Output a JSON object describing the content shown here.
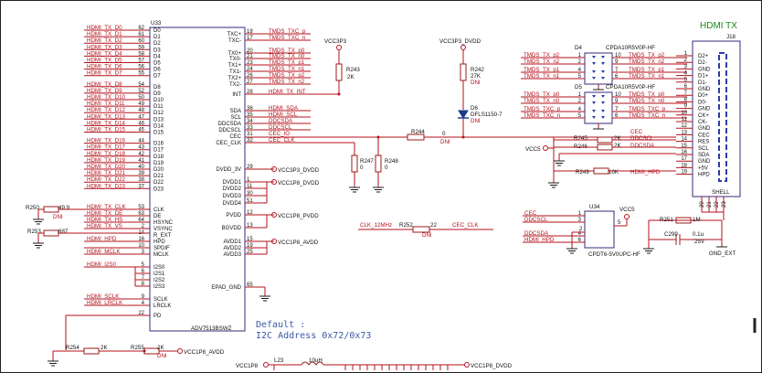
{
  "u33": {
    "ref": "U33",
    "part": "ADV7513BSWZ",
    "left_pins": [
      {
        "net": "HDMI_TX_D0",
        "num": "62",
        "pin": "D0"
      },
      {
        "net": "HDMI_TX_D1",
        "num": "61",
        "pin": "D1"
      },
      {
        "net": "HDMI_TX_D2",
        "num": "60",
        "pin": "D2"
      },
      {
        "net": "HDMI_TX_D3",
        "num": "59",
        "pin": "D3"
      },
      {
        "net": "HDMI_TX_D4",
        "num": "58",
        "pin": "D4"
      },
      {
        "net": "HDMI_TX_D5",
        "num": "57",
        "pin": "D5"
      },
      {
        "net": "HDMI_TX_D6",
        "num": "56",
        "pin": "D6"
      },
      {
        "net": "HDMI_TX_D7",
        "num": "55",
        "pin": "D7"
      },
      {
        "net": "HDMI_TX_D8",
        "num": "54",
        "pin": "D8"
      },
      {
        "net": "HDMI_TX_D9",
        "num": "52",
        "pin": "D9"
      },
      {
        "net": "HDMI_TX_D10",
        "num": "50",
        "pin": "D10"
      },
      {
        "net": "HDMI_TX_D11",
        "num": "49",
        "pin": "D11"
      },
      {
        "net": "HDMI_TX_D12",
        "num": "48",
        "pin": "D12"
      },
      {
        "net": "HDMI_TX_D13",
        "num": "47",
        "pin": "D13"
      },
      {
        "net": "HDMI_TX_D14",
        "num": "46",
        "pin": "D14"
      },
      {
        "net": "HDMI_TX_D15",
        "num": "45",
        "pin": "D15"
      },
      {
        "net": "HDMI_TX_D16",
        "num": "44",
        "pin": "D16"
      },
      {
        "net": "HDMI_TX_D17",
        "num": "43",
        "pin": "D17"
      },
      {
        "net": "HDMI_TX_D18",
        "num": "42",
        "pin": "D18"
      },
      {
        "net": "HDMI_TX_D19",
        "num": "41",
        "pin": "D19"
      },
      {
        "net": "HDMI_TX_D20",
        "num": "40",
        "pin": "D20"
      },
      {
        "net": "HDMI_TX_D21",
        "num": "39",
        "pin": "D21"
      },
      {
        "net": "HDMI_TX_D22",
        "num": "38",
        "pin": "D22"
      },
      {
        "net": "HDMI_TX_D23",
        "num": "37",
        "pin": "D23"
      }
    ],
    "left_ctrl_pins": [
      {
        "net": "HDMI_TX_CLK",
        "num": "53",
        "pin": "CLK"
      },
      {
        "net": "HDMI_TX_DE",
        "num": "63",
        "pin": "DE"
      },
      {
        "net": "HDMI_TX_HS",
        "num": "64",
        "pin": "HSYNC"
      },
      {
        "net": "HDMI_TX_VS",
        "num": "2",
        "pin": "VSYNC"
      },
      {
        "net": "",
        "num": "14",
        "pin": "R_EXT"
      },
      {
        "net": "HDMI_HPD",
        "num": "16",
        "pin": "HPD"
      },
      {
        "net": "",
        "num": "10",
        "pin": "SPDIF"
      },
      {
        "net": "HDMI_MCLK",
        "num": "3",
        "pin": "MCLK"
      }
    ],
    "i2s_pins": [
      {
        "num": "5",
        "pin": "I2S0"
      },
      {
        "num": "6",
        "pin": "I2S1"
      },
      {
        "num": "7",
        "pin": "I2S2"
      },
      {
        "num": "8",
        "pin": "I2S3"
      }
    ],
    "i2s_net": "HDMI_I2S0",
    "bottom_left_pins": [
      {
        "net": "HDMI_SCLK",
        "num": "9",
        "pin": "SCLK"
      },
      {
        "net": "HDMI_LRCLK",
        "num": "4",
        "pin": "LRCLK"
      },
      {
        "net": "",
        "num": "22",
        "pin": "PD"
      }
    ],
    "right_pins": [
      {
        "net": "TMDS_TXC_p",
        "num": "18",
        "pin": "TXC+"
      },
      {
        "net": "TMDS_TXC_n",
        "num": "17",
        "pin": "TXC-"
      },
      {
        "net": "TMDS_TX_p0",
        "num": "20",
        "pin": "TX0+"
      },
      {
        "net": "TMDS_TX_n0",
        "num": "21",
        "pin": "TX0-"
      },
      {
        "net": "TMDS_TX_p1",
        "num": "23",
        "pin": "TX1+"
      },
      {
        "net": "TMDS_TX_n1",
        "num": "24",
        "pin": "TX1-"
      },
      {
        "net": "TMDS_TX_p2",
        "num": "26",
        "pin": "TX2+"
      },
      {
        "net": "TMDS_TX_n2",
        "num": "27",
        "pin": "TX2-"
      }
    ],
    "int_pin": {
      "net": "HDMI_TX_INT",
      "num": "28",
      "pin": "INT"
    },
    "bus_pins": [
      {
        "net": "HDMI_SDA",
        "num": "36",
        "pin": "SDA"
      },
      {
        "net": "HDMI_SCL",
        "num": "35",
        "pin": "SCL"
      },
      {
        "net": "DDCSDA",
        "num": "34",
        "pin": "DDCSDA"
      },
      {
        "net": "DDCSCL",
        "num": "33",
        "pin": "DDCSCL"
      },
      {
        "net": "CEC_IO",
        "num": "31",
        "pin": "CEC"
      },
      {
        "net": "CEC_CLK",
        "num": "32",
        "pin": "CEC_CLK"
      }
    ],
    "power_pins": [
      {
        "num": "29",
        "pin": "DVDD_3V"
      },
      {
        "num": "1",
        "pin": "DVDD1"
      },
      {
        "num": "11",
        "pin": "DVDD2"
      },
      {
        "num": "30",
        "pin": "DVDD3"
      },
      {
        "num": "51",
        "pin": "DVDD4"
      },
      {
        "num": "12",
        "pin": "PVDD"
      },
      {
        "num": "13",
        "pin": "BGVDD"
      },
      {
        "num": "15",
        "pin": "AVDD1"
      },
      {
        "num": "19",
        "pin": "AVDD2"
      },
      {
        "num": "25",
        "pin": "AVDD3"
      },
      {
        "num": "65",
        "pin": "EPAD_GND"
      }
    ]
  },
  "power_nets": {
    "vcc3p3_dvdd": "VCC3P3_DVDD",
    "vcc1p8_dvdd": "VCC1P8_DVDD",
    "vcc1p8_pvdd": "VCC1P8_PVDD",
    "vcc1p8_avdd": "VCC1P8_AVDD",
    "vcc3p3": "VCC3P3",
    "vcc3p3_dvdd_top": "VCC3P3_DVDD",
    "vcc5": "VCC5",
    "vcc5_b": "VCC5",
    "vcc1p8": "VCC1P8",
    "vcc1p8_avdd_b": "VCC1P8_AVDD",
    "gnd_ext": "GND_EXT"
  },
  "resistors": {
    "r243": {
      "ref": "R243",
      "val": "2K"
    },
    "r242": {
      "ref": "R242",
      "val": "27K",
      "note": "DNI"
    },
    "r244": {
      "ref": "R244",
      "val": "0",
      "note": "DNI"
    },
    "r247": {
      "ref": "R247",
      "val": "0"
    },
    "r248": {
      "ref": "R248",
      "val": "0"
    },
    "r250": {
      "ref": "R250",
      "val": "49.9",
      "note": "DNI"
    },
    "r253": {
      "ref": "R253",
      "val": "887"
    },
    "r252": {
      "ref": "R252",
      "val": "22",
      "note": "DNI"
    },
    "r254": {
      "ref": "R254",
      "val": "2K"
    },
    "r255": {
      "ref": "R255",
      "val": "2K",
      "note": "DNI"
    },
    "r245": {
      "ref": "R245",
      "val": "2K"
    },
    "r246": {
      "ref": "R246",
      "val": "2K"
    },
    "r249": {
      "ref": "R249",
      "val": "10K"
    },
    "r251": {
      "ref": "R251",
      "val": "1M"
    }
  },
  "misc": {
    "d6_ref": "D6",
    "d6_part": "DFLS1150-7",
    "d6_note": "DNI",
    "l23_ref": "L23",
    "l23_val": "10uH",
    "c299_ref": "C299",
    "c299_val": "0.1u",
    "c299_volt": "25V",
    "clk_net": "CLK_12MHz",
    "cec_clk_net": "CEC_CLK",
    "hdmi_hpd_net": "HDMI_HPD",
    "cec_net": "CEC",
    "ddcscl_net": "DDCSCL",
    "ddcsda_net": "DDCSDA"
  },
  "d4": {
    "ref": "D4",
    "part": "CPDA10R5V0P-HF",
    "rows": [
      {
        "left": "TMDS_TX_p2",
        "ln": "1",
        "rn": "10",
        "right": "TMDS_TX_p2"
      },
      {
        "left": "TMDS_TX_n2",
        "ln": "2",
        "rn": "9",
        "right": "TMDS_TX_n2"
      },
      {
        "left": "TMDS_TX_p1",
        "ln": "4",
        "rn": "7",
        "right": "TMDS_TX_p1"
      },
      {
        "left": "TMDS_TX_n1",
        "ln": "5",
        "rn": "6",
        "right": "TMDS_TX_n1"
      }
    ]
  },
  "d5": {
    "ref": "D5",
    "part": "CPDA10R5V0P-HF",
    "rows": [
      {
        "left": "TMDS_TX_p0",
        "ln": "1",
        "rn": "10",
        "right": "TMDS_TX_p0"
      },
      {
        "left": "TMDS_TX_n0",
        "ln": "2",
        "rn": "9",
        "right": "TMDS_TX_n0"
      },
      {
        "left": "TMDS_TXC_p",
        "ln": "4",
        "rn": "7",
        "right": "TMDS_TXC_p"
      },
      {
        "left": "TMDS_TXC_n",
        "ln": "5",
        "rn": "6",
        "right": "TMDS_TXC_n"
      }
    ]
  },
  "u34": {
    "ref": "U34",
    "part": "CPDT6-5V0UPC-HF",
    "pins_left": [
      {
        "net": "CEC",
        "num": "1"
      },
      {
        "net": "DDCSCL",
        "num": "3"
      },
      {
        "net": "DDCSDA",
        "num": "4"
      },
      {
        "net": "HDMI_HPD",
        "num": "6"
      }
    ],
    "pin_right": "5",
    "pin_gnd": "2"
  },
  "j18": {
    "title": "HDMI TX",
    "ref": "J18",
    "pin_nums": [
      "1",
      "2",
      "3",
      "4",
      "5",
      "6",
      "7",
      "8",
      "9",
      "10",
      "11",
      "12",
      "13",
      "14",
      "15",
      "16",
      "17",
      "18",
      "19"
    ],
    "pin_names": [
      "D2+",
      "D2-",
      "GND",
      "D1+",
      "D1-",
      "GND",
      "D0+",
      "D0-",
      "GND",
      "CK+",
      "CK-",
      "GND",
      "CEC",
      "RES",
      "SCL",
      "SDA",
      "GND",
      "+5V",
      "HPD"
    ],
    "shell": "SHELL",
    "shell_pins": [
      "20",
      "21",
      "22",
      "23"
    ]
  },
  "note": {
    "line1": "Default :",
    "line2": "I2C Address 0x72/0x73"
  }
}
